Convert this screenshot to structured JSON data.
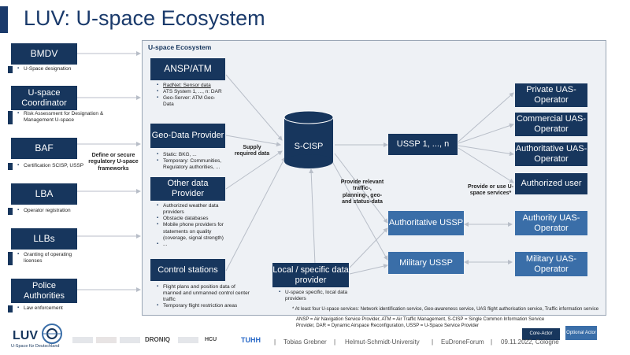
{
  "title": "LUV: U-space Ecosystem",
  "ecosystem_label": "U-space Ecosystem",
  "left": [
    {
      "name": "BMDV",
      "notes": [
        "U-Space designation"
      ]
    },
    {
      "name": "U-space Coordinator",
      "notes": [
        "Risk Assessment for Designation & Management U-space"
      ]
    },
    {
      "name": "BAF",
      "notes": [
        "Certification SCISP, USSP"
      ]
    },
    {
      "name": "LBA",
      "notes": [
        "Operator registration"
      ]
    },
    {
      "name": "LLBs",
      "notes": [
        "Granting of operating licenses"
      ]
    },
    {
      "name": "Police Authorities",
      "notes": [
        "Law enforcement"
      ]
    }
  ],
  "left_edge_label": "Define or secure regulatory U-space frameworks",
  "providers": [
    {
      "name": "ANSP/ATM",
      "items": [
        "RadNet: Sensor data",
        "ATS System 1, ..., n: DAR",
        "Geo-Server: ATM Geo-Data"
      ]
    },
    {
      "name": "Geo-Data Provider",
      "items": [
        "Static: BKG, ...",
        "Temporary: Communities, Regulatory authorities, ..."
      ]
    },
    {
      "name": "Other data Provider",
      "items": [
        "Authorized weather data providers",
        "Obstacle databases",
        "Mobile phone providers for statements on quality (coverage, signal strength)",
        "..."
      ]
    },
    {
      "name": "Control stations",
      "items": [
        "Flight plans and position data of manned and unmanned control center traffic",
        "Temporary flight restriction areas"
      ]
    }
  ],
  "supply_label": "Supply required data",
  "scisp_label": "S-CISP",
  "provide_label": "Provide relevant traffic-, planning-, geo- and status-data",
  "local_provider": {
    "name": "Local / specific data provider",
    "items": [
      "U-space specific, local data providers"
    ]
  },
  "ussp": {
    "main": "USSP 1, ..., n",
    "authoritative": "Authoritative USSP",
    "military": "Military USSP"
  },
  "operators": [
    "Private UAS-Operator",
    "Commercial UAS-Operator",
    "Authoritative UAS-Operator",
    "Authorized user",
    "Authority UAS-Operator",
    "Military UAS-Operator"
  ],
  "provide_use_label": "Provide or use U-space services*",
  "footnote": "* At least four U-space services: Network identification service, Geo-awareness service, UAS flight authorisation service, Traffic information service",
  "abbrev": "ANSP = Air Navigation Service Provider, ATM = Air Traffic Management, S-CISP = Single Common Information Service Provider, DAR = Dynamic Airspace Reconfiguration, USSP = U-Space Service Provider",
  "legend": {
    "core": "Core-Actor",
    "optional": "Optional Actor"
  },
  "footer": {
    "logo": "LUV",
    "logo_sub": "U-Space für Deutschland",
    "partners": [
      "DRONIQ",
      "HCU",
      "TUHH"
    ],
    "author": "Tobias Grebner",
    "university": "Helmut-Schmidt-University",
    "event": "EuDroneForum",
    "date": "09.11.2022, Cologne"
  },
  "colors": {
    "dark": "#17365d",
    "accent": "#3a6ea8",
    "background": "#eef1f5"
  }
}
